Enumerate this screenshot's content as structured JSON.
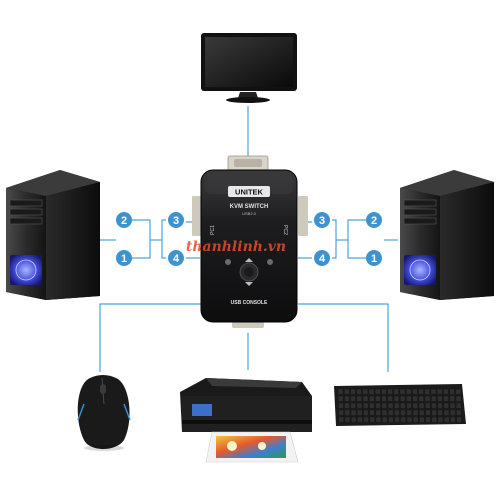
{
  "device": {
    "brand": "UNITEK",
    "title": "KVM SWITCH",
    "subtitle": "USB2.0",
    "port_left": "PC1",
    "port_right": "PC2",
    "console_label": "USB CONSOLE"
  },
  "watermark": "thanhlinh.vn",
  "left_ports": [
    "2",
    "3",
    "1",
    "4"
  ],
  "right_ports": [
    "3",
    "2",
    "4",
    "1"
  ],
  "colors": {
    "connector_line": "#4ea3d8",
    "port_badge": "#3e93cf",
    "device_body": "#1d1d1f",
    "watermark": "#e64b2c"
  },
  "icons": [
    "monitor-icon",
    "pc-tower-icon",
    "kvm-switch-icon",
    "mouse-icon",
    "printer-icon",
    "keyboard-icon"
  ]
}
